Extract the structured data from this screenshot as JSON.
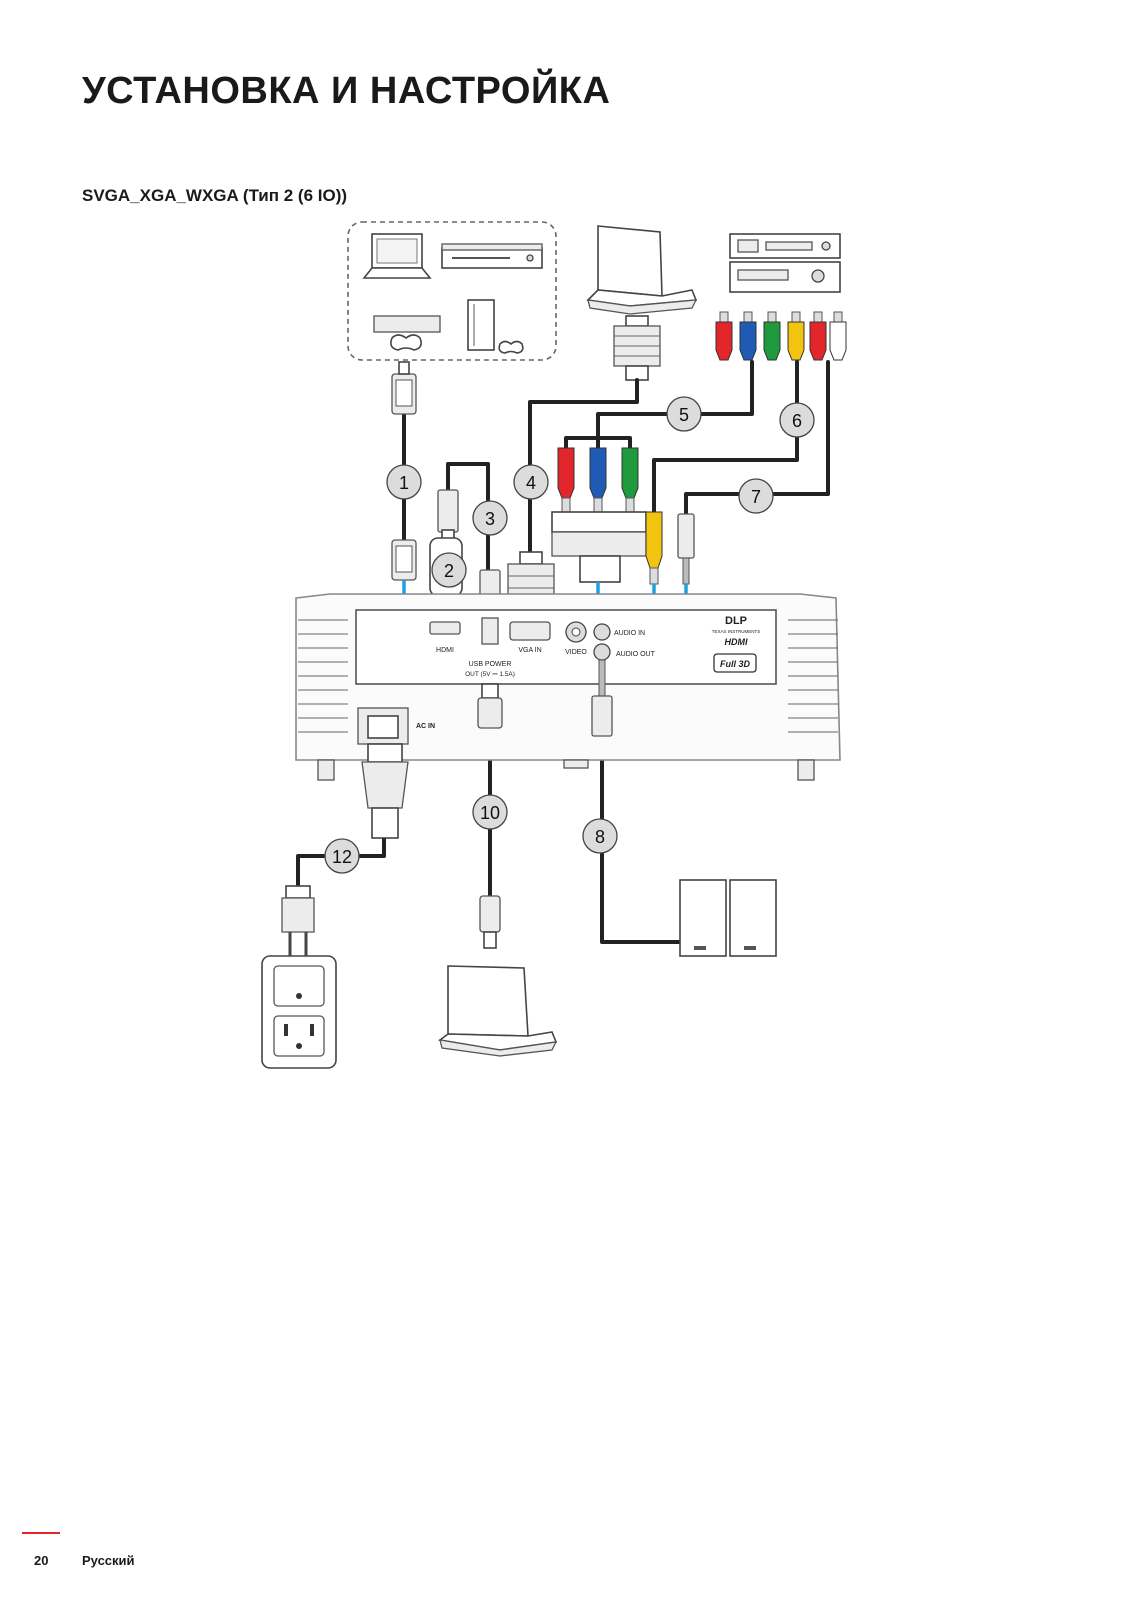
{
  "page": {
    "title": "УСТАНОВКА И НАСТРОЙКА",
    "subtitle": "SVGA_XGA_WXGA (Тип 2 (6 IO))",
    "page_number": "20",
    "language": "Русский"
  },
  "callouts": {
    "n1": "1",
    "n2": "2",
    "n3": "3",
    "n4": "4",
    "n5": "5",
    "n6": "6",
    "n7": "7",
    "n8": "8",
    "n10": "10",
    "n12": "12"
  },
  "panel": {
    "hdmi": "HDMI",
    "usb_power": "USB  POWER",
    "usb_power_out": "OUT (5V ⎓ 1.5A)",
    "vga_in": "VGA  IN",
    "video": "VIDEO",
    "audio_in": "AUDIO  IN",
    "audio_out": "AUDIO  OUT",
    "ac_in": "AC IN",
    "dlp": "DLP",
    "ti": "TEXAS INSTRUMENTS",
    "hdmi_logo": "HDMI",
    "full3d": "Full 3D"
  },
  "colors": {
    "red": "#e3262b",
    "blue_rca": "#1f5bb4",
    "green_rca": "#1f9a3c",
    "yellow_rca": "#f2c40f",
    "signal_arrow": "#1ea0e0"
  }
}
